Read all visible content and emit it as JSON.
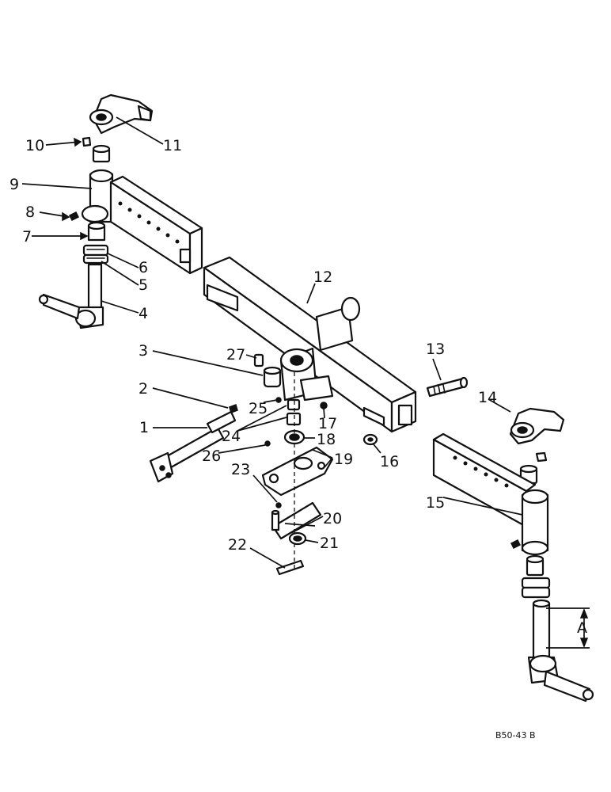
{
  "callouts": {
    "n1": "1",
    "n2": "2",
    "n3": "3",
    "n4": "4",
    "n5": "5",
    "n6": "6",
    "n7": "7",
    "n8": "8",
    "n9": "9",
    "n10": "10",
    "n11": "11",
    "n12": "12",
    "n13": "13",
    "n14": "14",
    "n15": "15",
    "n16": "16",
    "n17": "17",
    "n18": "18",
    "n19": "19",
    "n20": "20",
    "n21": "21",
    "n22": "22",
    "n23": "23",
    "n24": "24",
    "n25": "25",
    "n26": "26",
    "n27": "27"
  },
  "dimension_label": "A",
  "drawing_ref": "B50-43 B"
}
